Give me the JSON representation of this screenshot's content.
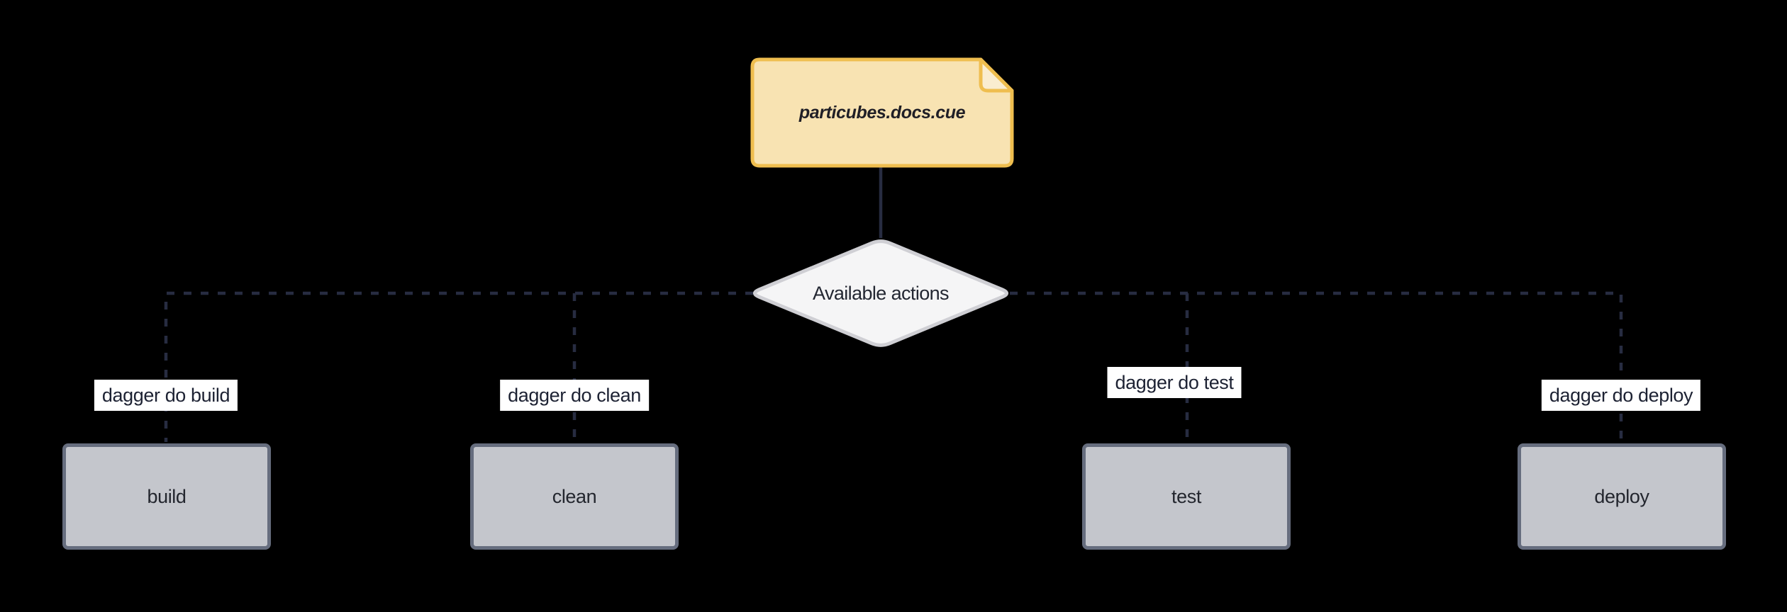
{
  "diagram": {
    "type": "flowchart",
    "file_node": {
      "label": "particubes.docs.cue"
    },
    "decision_node": {
      "label": "Available actions"
    },
    "actions": [
      {
        "id": "build",
        "edge_label": "dagger do build",
        "node_label": "build"
      },
      {
        "id": "clean",
        "edge_label": "dagger do clean",
        "node_label": "clean"
      },
      {
        "id": "test",
        "edge_label": "dagger do test",
        "node_label": "test"
      },
      {
        "id": "deploy",
        "edge_label": "dagger do deploy",
        "node_label": "deploy"
      }
    ],
    "colors": {
      "background": "#000000",
      "file_fill": "#F8E3B2",
      "file_border": "#EFBE4F",
      "file_fold_fill": "#FAEDD0",
      "file_text": "#201F26",
      "decision_fill": "#F5F5F6",
      "decision_border": "#CFCFD4",
      "decision_text": "#232732",
      "action_fill": "#C4C6CC",
      "action_border": "#666D7E",
      "action_text": "#23262E",
      "edge_line": "#272C41",
      "edge_label_bg": "#FFFFFF",
      "edge_label_text": "#1D2233"
    }
  }
}
